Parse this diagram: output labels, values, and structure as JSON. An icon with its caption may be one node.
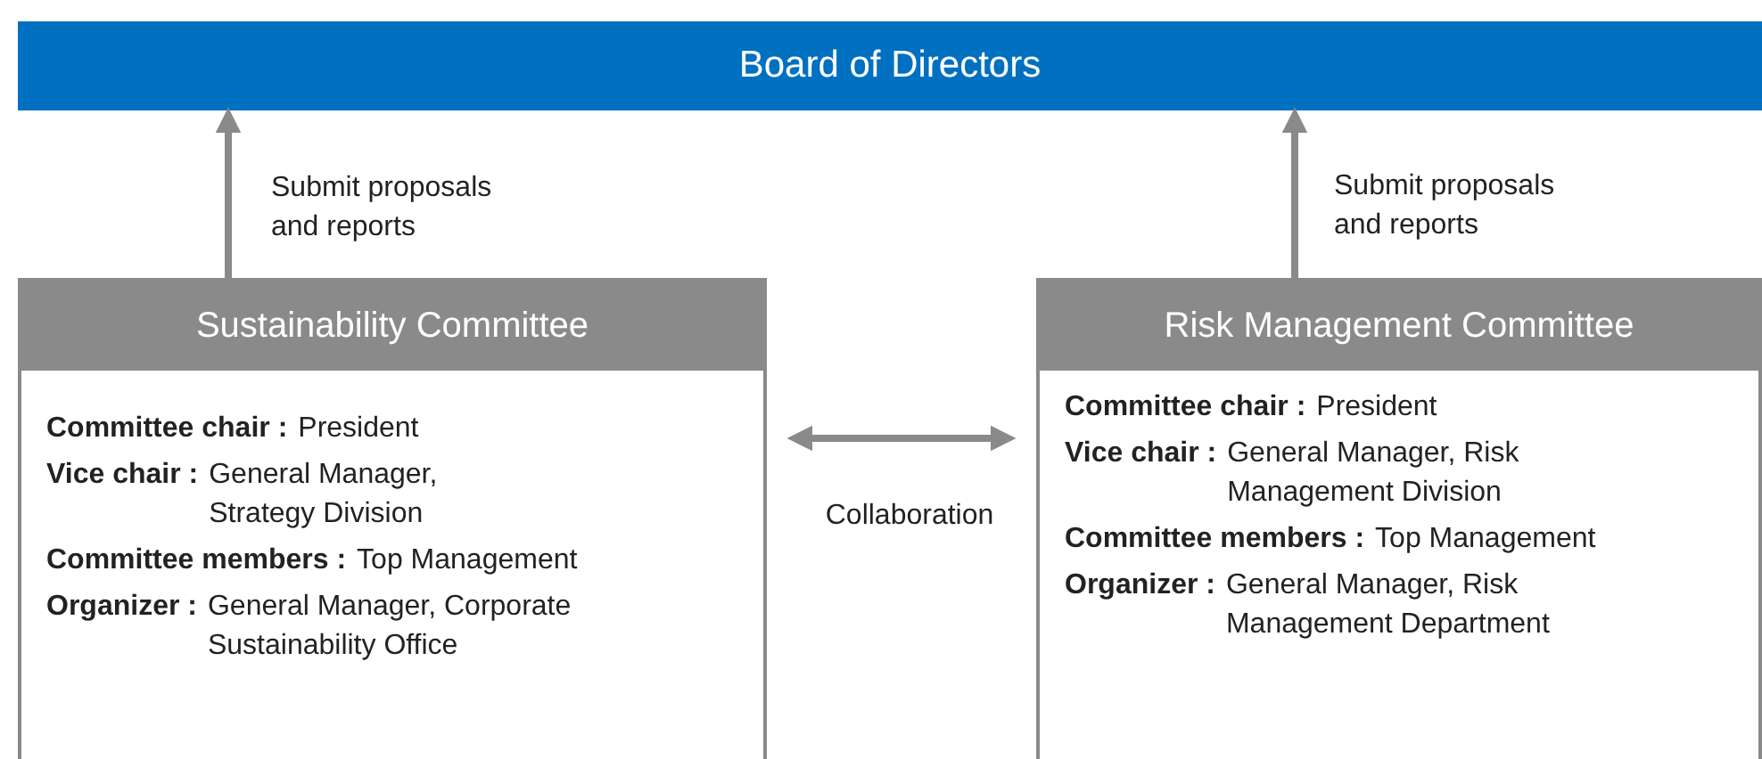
{
  "diagram": {
    "nodes": [
      {
        "text": [
          "Board of Directors"
        ]
      },
      {
        "text": [
          "Sustainability Committee",
          "Committee chair :",
          "President",
          "Vice chair :",
          "General Manager, Strategy Division",
          "Committee members :",
          "Top Management",
          "Organizer :",
          "General Manager, Corporate Sustainability Office"
        ]
      },
      {
        "text": [
          "Risk Management Committee",
          "Committee chair :",
          "President",
          "Vice chair :",
          "General Manager, Risk Management Division",
          "Committee members :",
          "Top Management",
          "Organizer :",
          "General Manager, Risk Management Department"
        ]
      }
    ],
    "edges": [
      {
        "from": 1,
        "to": 0,
        "arrow": "to",
        "label": "Submit proposals and reports"
      },
      {
        "from": 2,
        "to": 0,
        "arrow": "to",
        "label": "Submit proposals and reports"
      },
      {
        "from": 1,
        "to": 2,
        "arrow": "both",
        "label": "Collaboration"
      }
    ]
  }
}
